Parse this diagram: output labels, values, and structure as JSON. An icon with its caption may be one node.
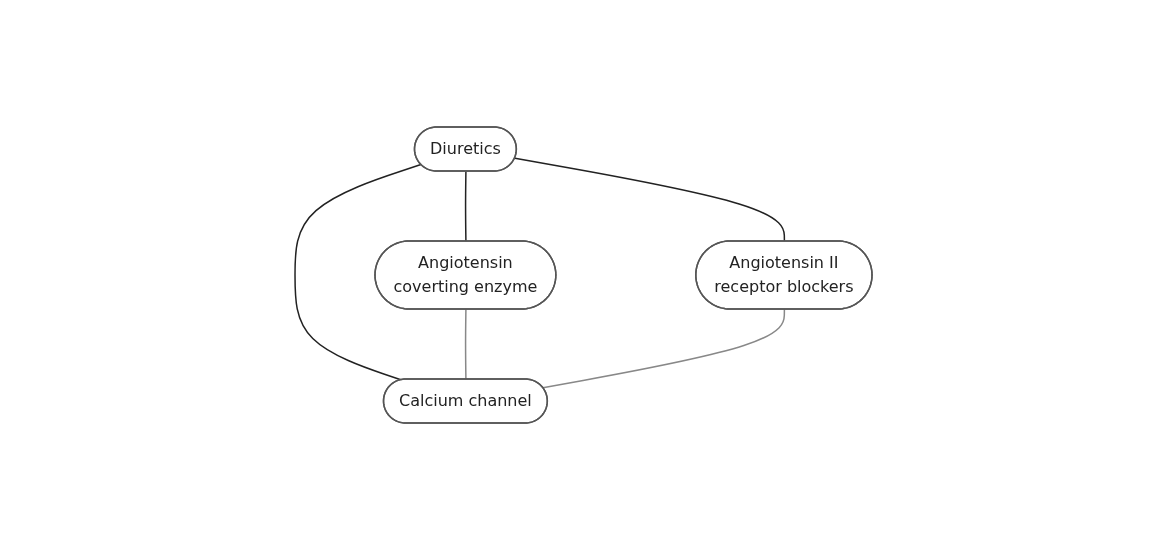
{
  "diagram": {
    "nodes": [
      {
        "text": [
          "Diuretics"
        ]
      },
      {
        "text": [
          "Angiotensin",
          "coverting enzyme"
        ]
      },
      {
        "text": [
          "Angiotensin II",
          "receptor blockers"
        ]
      },
      {
        "text": [
          "Calcium channel"
        ]
      }
    ],
    "edges": [
      {
        "from": 0,
        "to": 1,
        "arrow": "none"
      },
      {
        "from": 0,
        "to": 3,
        "arrow": "none"
      },
      {
        "from": 0,
        "to": 2,
        "arrow": "none"
      },
      {
        "from": 1,
        "to": 3,
        "arrow": "none",
        "color": "#888888"
      },
      {
        "from": 2,
        "to": 3,
        "arrow": "none",
        "color": "#888888"
      }
    ]
  }
}
